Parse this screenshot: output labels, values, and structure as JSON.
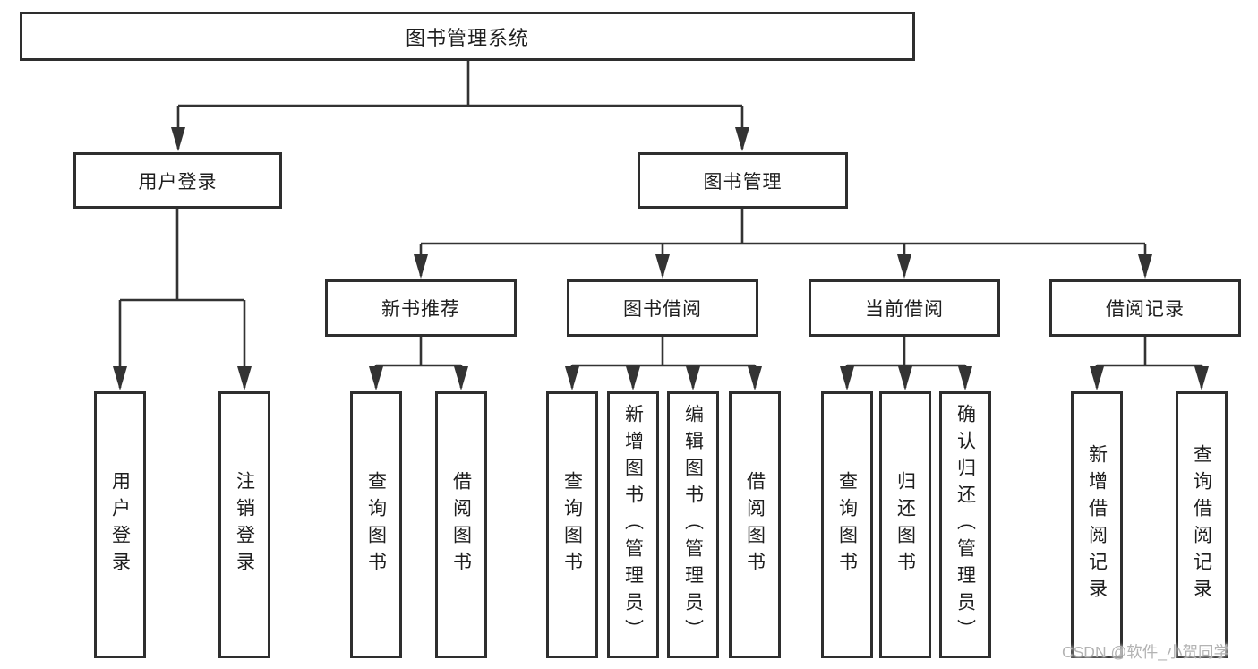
{
  "diagram": {
    "title": "图书管理系统",
    "root": {
      "label": "图书管理系统"
    },
    "branches": [
      {
        "label": "用户登录",
        "children": [
          "用户登录",
          "注销登录"
        ]
      },
      {
        "label": "图书管理",
        "children": [
          {
            "label": "新书推荐",
            "children": [
              "查询图书",
              "借阅图书"
            ]
          },
          {
            "label": "图书借阅",
            "children": [
              "查询图书",
              "新增图书（管理员）",
              "编辑图书（管理员）",
              "借阅图书"
            ]
          },
          {
            "label": "当前借阅",
            "children": [
              "查询图书",
              "归还图书",
              "确认归还（管理员）"
            ]
          },
          {
            "label": "借阅记录",
            "children": [
              "新增借阅记录",
              "查询借阅记录"
            ]
          }
        ]
      }
    ],
    "colors": {
      "line": "#333333",
      "box_border": "#2e2e2e",
      "box_background": "#ffffff",
      "text": "#1e1e1e",
      "watermark": "#b3b3b3"
    }
  },
  "watermark": {
    "text": "CSDN @软件_小贺同学"
  }
}
